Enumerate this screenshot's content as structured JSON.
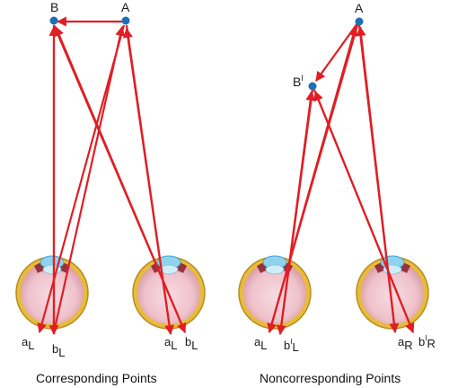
{
  "left": {
    "caption": "Corresponding Points",
    "point_a": "A",
    "point_b": "B",
    "eye1_label_1": "a",
    "eye1_label_1_sub": "L",
    "eye1_label_2": "b",
    "eye1_label_2_sub": "L",
    "eye2_label_1": "a",
    "eye2_label_1_sub": "L",
    "eye2_label_2": "b",
    "eye2_label_2_sub": "L"
  },
  "right": {
    "caption": "Noncorresponding Points",
    "point_a": "A",
    "point_b": "B",
    "point_b_prime": "I",
    "eye1_label_1": "a",
    "eye1_label_1_sub": "L",
    "eye1_label_2": "b",
    "eye1_label_2_sup": "I",
    "eye1_label_2_sub": "L",
    "eye2_label_1": "a",
    "eye2_label_1_sub": "R",
    "eye2_label_2": "b",
    "eye2_label_2_sup": "I",
    "eye2_label_2_sub": "R"
  },
  "colors": {
    "ray": "#e01e24",
    "point": "#1f6fb7",
    "eye_ring": "#e3b633",
    "eye_fill": "#f2c7cf",
    "cornea": "#8fd3ee"
  }
}
